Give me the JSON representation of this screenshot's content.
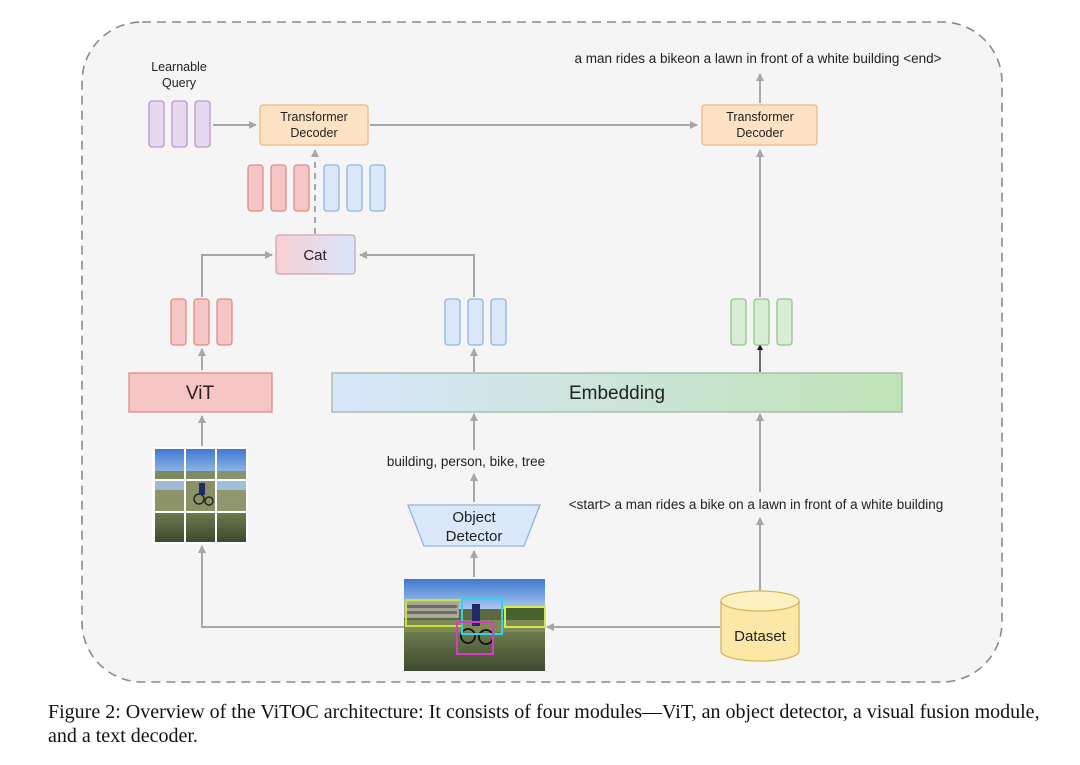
{
  "diagram": {
    "learnable_query_line1": "Learnable",
    "learnable_query_line2": "Query",
    "td1_line1": "Transformer",
    "td1_line2": "Decoder",
    "td2_line1": "Transformer",
    "td2_line2": "Decoder",
    "output_text": "a man rides a bikeon a lawn in front of a white building <end>",
    "cat_label": "Cat",
    "vit_label": "ViT",
    "embedding_label": "Embedding",
    "objects_text": "building, person, bike, tree",
    "detector_line1": "Object",
    "detector_line2": "Detector",
    "input_text": "<start> a man rides a bike on a lawn in front of a white  building",
    "dataset_label": "Dataset"
  },
  "caption": "Figure 2: Overview of the ViTOC architecture: It consists of four modules—ViT, an object detector, a visual fusion module, and a text decoder.",
  "colors": {
    "token_purple": "#e6d8ef",
    "token_red": "#f6c6c6",
    "token_blue": "#dbe8fa",
    "token_green": "#d9ecd5",
    "decoder_fill": "#fde3c4",
    "dataset_fill": "#fbe8a6",
    "arrow_gray": "#a7a7a7"
  }
}
